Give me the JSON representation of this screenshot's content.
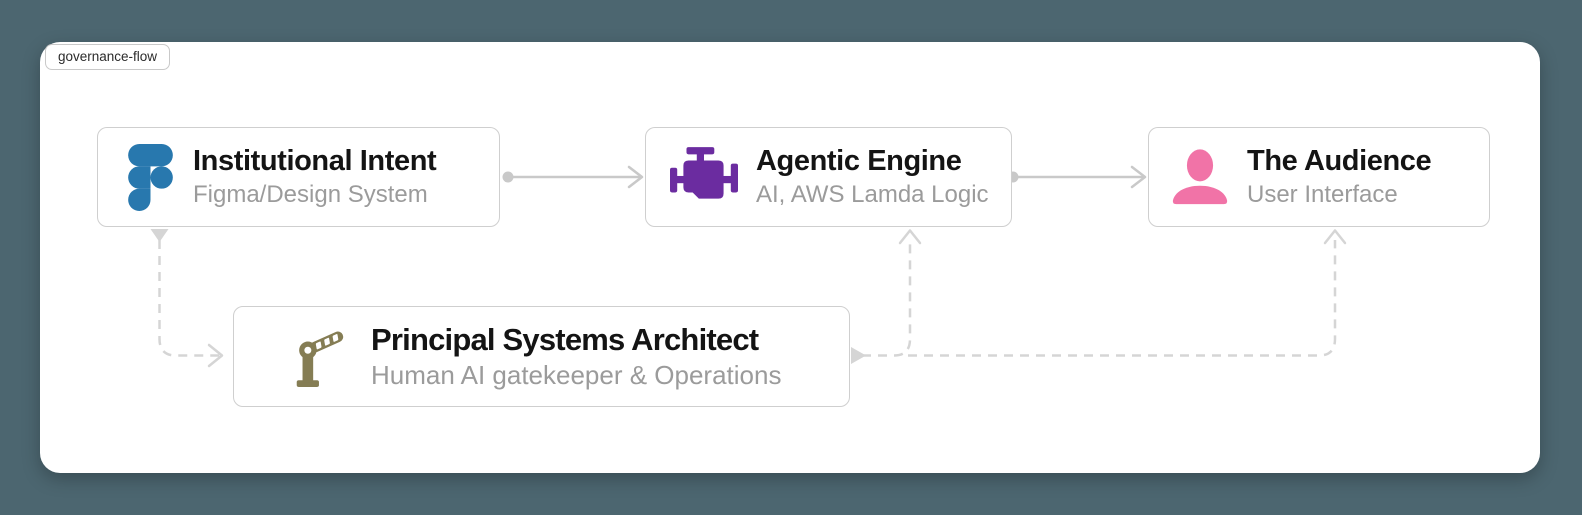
{
  "canvas": {
    "background_color": "#4C6670",
    "card_color": "#FFFFFF",
    "frame_label": "governance-flow"
  },
  "nodes": [
    {
      "id": "institutional-intent",
      "title": "Institutional Intent",
      "subtitle": "Figma/Design System",
      "icon": "figma-icon",
      "icon_color": "#2878AE"
    },
    {
      "id": "agentic-engine",
      "title": "Agentic Engine",
      "subtitle": "AI, AWS Lamda Logic",
      "icon": "engine-icon",
      "icon_color": "#6B2CA0"
    },
    {
      "id": "the-audience",
      "title": "The Audience",
      "subtitle": "User Interface",
      "icon": "user-icon",
      "icon_color": "#F173A7"
    },
    {
      "id": "principal-systems-architect",
      "title": "Principal Systems Architect",
      "subtitle": "Human AI gatekeeper & Operations",
      "icon": "boom-barrier-icon",
      "icon_color": "#857D54"
    }
  ],
  "connectors": {
    "solid_color": "#C9C9C9",
    "dashed_color": "#D5D5D5",
    "solid": [
      {
        "from": "institutional-intent",
        "to": "agentic-engine"
      },
      {
        "from": "agentic-engine",
        "to": "the-audience"
      }
    ],
    "dashed": [
      {
        "from": "institutional-intent",
        "to": "principal-systems-architect"
      },
      {
        "from": "principal-systems-architect",
        "to": "agentic-engine"
      },
      {
        "from": "principal-systems-architect",
        "to": "the-audience"
      }
    ]
  }
}
